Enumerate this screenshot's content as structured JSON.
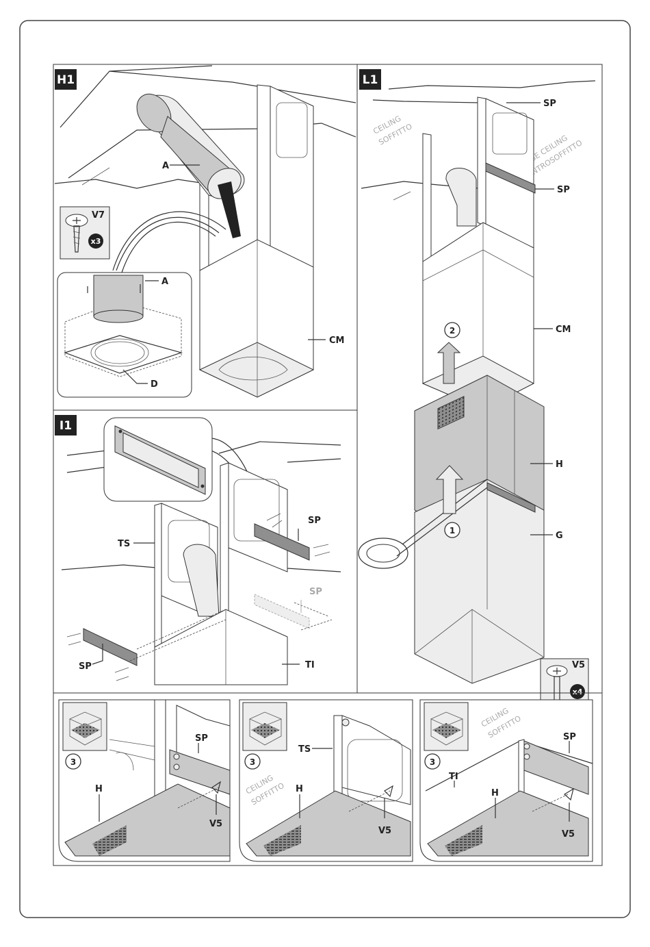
{
  "panels": {
    "h1": {
      "tag": "H1",
      "labels": {
        "a_top": "A",
        "a_inset": "A",
        "cm": "CM",
        "d": "D"
      },
      "screw": {
        "code": "V7",
        "count": "x3"
      }
    },
    "l1": {
      "tag": "L1",
      "labels": {
        "sp_top": "SP",
        "sp_mid": "SP",
        "cm": "CM",
        "h": "H",
        "g": "G"
      },
      "texts": {
        "ceiling_en": "CEILING",
        "ceiling_it": "SOFFITTO",
        "false_ceiling_en": "FALSE CEILING",
        "false_ceiling_it": "CONTROSOFFITTO"
      },
      "steps": {
        "one": "1",
        "two": "2"
      },
      "screw": {
        "code": "V5",
        "count": "x4"
      }
    },
    "i1": {
      "tag": "I1",
      "labels": {
        "sp_upper": "SP",
        "sp_ghost": "SP",
        "sp_left": "SP",
        "ts": "TS",
        "ti": "TI"
      }
    },
    "detail1": {
      "step": "3",
      "labels": {
        "sp": "SP",
        "h": "H",
        "v5": "V5"
      }
    },
    "detail2": {
      "step": "3",
      "labels": {
        "ts": "TS",
        "h": "H",
        "v5": "V5"
      },
      "texts": {
        "ceiling_en": "CEILING",
        "ceiling_it": "SOFFITTO"
      }
    },
    "detail3": {
      "step": "3",
      "labels": {
        "sp": "SP",
        "ti": "TI",
        "h": "H",
        "v5": "V5"
      },
      "texts": {
        "ceiling_en": "CEILING",
        "ceiling_it": "SOFFITTO"
      }
    }
  }
}
